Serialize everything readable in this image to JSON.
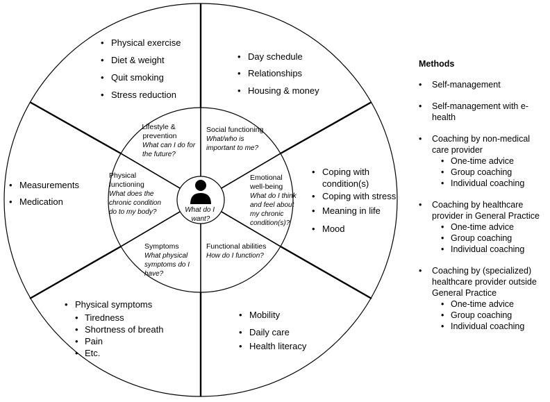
{
  "diagram": {
    "center": {
      "question": [
        "What do I",
        "want?"
      ],
      "icon": "person-icon"
    },
    "segments": [
      {
        "id": "lifestyle",
        "title": [
          "Lifestyle &",
          "prevention"
        ],
        "question": [
          "What can I do for",
          "the future?"
        ],
        "items": [
          "Physical exercise",
          "Diet & weight",
          "Quit smoking",
          "Stress reduction"
        ]
      },
      {
        "id": "social",
        "title": [
          "Social functioning"
        ],
        "question": [
          "What/who is",
          "important to me?"
        ],
        "items": [
          "Day schedule",
          "Relationships",
          "Housing & money"
        ]
      },
      {
        "id": "emotional",
        "title": [
          "Emotional",
          "well-being"
        ],
        "question": [
          "What do I think",
          "and feel about",
          "my chronic",
          "condition(s)?"
        ],
        "items": [
          "Coping with condition(s)",
          "Coping with stress",
          "Meaning in life",
          "Mood"
        ]
      },
      {
        "id": "functional",
        "title": [
          "Functional abilities"
        ],
        "question": [
          "How do I function?"
        ],
        "items": [
          "Mobility",
          "Daily care",
          "Health literacy"
        ]
      },
      {
        "id": "symptoms",
        "title": [
          "Symptoms"
        ],
        "question": [
          "What physical",
          "symptoms do I",
          "have?"
        ],
        "items": [
          "Physical symptoms"
        ],
        "sub_items": [
          "Tiredness",
          "Shortness of breath",
          "Pain",
          "Etc."
        ]
      },
      {
        "id": "physical",
        "title": [
          "Physical",
          "functioning"
        ],
        "question": [
          "What does the",
          "chronic condition",
          "do to my body?"
        ],
        "items": [
          "Measurements",
          "Medication"
        ]
      }
    ]
  },
  "methods": {
    "heading": "Methods",
    "items": [
      {
        "label": "Self-management",
        "sub_items": []
      },
      {
        "label": "Self-management with e-health",
        "sub_items": []
      },
      {
        "label": "Coaching by non-medical care provider",
        "sub_items": [
          "One-time advice",
          "Group coaching",
          "Individual coaching"
        ]
      },
      {
        "label": "Coaching by healthcare provider in General Practice",
        "sub_items": [
          "One-time advice",
          "Group coaching",
          "Individual coaching"
        ]
      },
      {
        "label": "Coaching by (specialized) healthcare provider outside General Practice",
        "sub_items": [
          "One-time advice",
          "Group coaching",
          "Individual coaching"
        ]
      }
    ]
  }
}
